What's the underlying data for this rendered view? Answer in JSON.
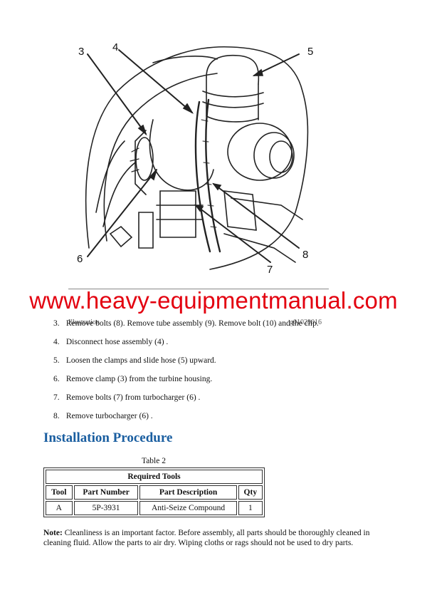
{
  "figure": {
    "callouts": [
      "3",
      "4",
      "5",
      "6",
      "7",
      "8"
    ],
    "caption_left": "Illustration",
    "caption_right": "g01029016"
  },
  "watermark": "www.heavy-equipmentmanual.com",
  "steps": [
    {
      "num": "3.",
      "text": "Remove bolts (8). Remove tube assembly (9). Remove bolt (10) and the clip."
    },
    {
      "num": "4.",
      "text": "Disconnect hose assembly (4) ."
    },
    {
      "num": "5.",
      "text": "Loosen the clamps and slide hose (5) upward."
    },
    {
      "num": "6.",
      "text": "Remove clamp (3) from the turbine housing."
    },
    {
      "num": "7.",
      "text": "Remove bolts (7) from turbocharger (6) ."
    },
    {
      "num": "8.",
      "text": "Remove turbocharger (6) ."
    }
  ],
  "section_title": "Installation Procedure",
  "table": {
    "label": "Table 2",
    "title": "Required Tools",
    "headers": [
      "Tool",
      "Part Number",
      "Part Description",
      "Qty"
    ],
    "rows": [
      [
        "A",
        "5P-3931",
        "Anti-Seize Compound",
        "1"
      ]
    ]
  },
  "note": {
    "label": "Note:",
    "text": " Cleanliness is an important factor. Before assembly, all parts should be thoroughly cleaned in cleaning fluid. Allow the parts to air dry. Wiping cloths or rags should not be used to dry parts."
  }
}
